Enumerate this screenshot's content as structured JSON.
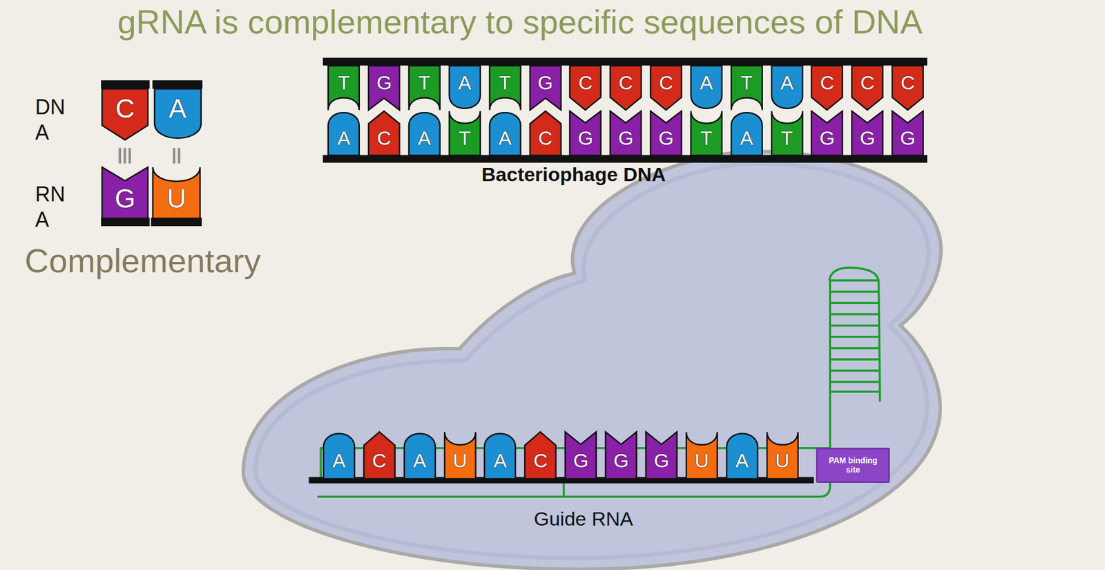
{
  "diagram": {
    "title": "gRNA is complementary to specific sequences of DNA",
    "nodes": [
      {
        "text": [
          "C"
        ]
      },
      {
        "text": [
          "A"
        ]
      },
      {
        "text": [
          "G"
        ]
      },
      {
        "text": [
          "U"
        ]
      },
      {
        "text": [
          "T"
        ]
      },
      {
        "text": [
          "G"
        ]
      },
      {
        "text": [
          "T"
        ]
      },
      {
        "text": [
          "A"
        ]
      },
      {
        "text": [
          "T"
        ]
      },
      {
        "text": [
          "G"
        ]
      },
      {
        "text": [
          "C"
        ]
      },
      {
        "text": [
          "C"
        ]
      },
      {
        "text": [
          "C"
        ]
      },
      {
        "text": [
          "A"
        ]
      },
      {
        "text": [
          "T"
        ]
      },
      {
        "text": [
          "A"
        ]
      },
      {
        "text": [
          "C"
        ]
      },
      {
        "text": [
          "C"
        ]
      },
      {
        "text": [
          "C"
        ]
      },
      {
        "text": [
          "A"
        ]
      },
      {
        "text": [
          "C"
        ]
      },
      {
        "text": [
          "A"
        ]
      },
      {
        "text": [
          "T"
        ]
      },
      {
        "text": [
          "A"
        ]
      },
      {
        "text": [
          "C"
        ]
      },
      {
        "text": [
          "G"
        ]
      },
      {
        "text": [
          "G"
        ]
      },
      {
        "text": [
          "G"
        ]
      },
      {
        "text": [
          "T"
        ]
      },
      {
        "text": [
          "A"
        ]
      },
      {
        "text": [
          "T"
        ]
      },
      {
        "text": [
          "G"
        ]
      },
      {
        "text": [
          "G"
        ]
      },
      {
        "text": [
          "G"
        ]
      },
      {
        "text": [
          "A"
        ]
      },
      {
        "text": [
          "C"
        ]
      },
      {
        "text": [
          "A"
        ]
      },
      {
        "text": [
          "U"
        ]
      },
      {
        "text": [
          "A"
        ]
      },
      {
        "text": [
          "C"
        ]
      },
      {
        "text": [
          "G"
        ]
      },
      {
        "text": [
          "G"
        ]
      },
      {
        "text": [
          "G"
        ]
      },
      {
        "text": [
          "U"
        ]
      },
      {
        "text": [
          "A"
        ]
      },
      {
        "text": [
          "U"
        ]
      },
      {
        "text": [
          "PAM binding site"
        ]
      }
    ],
    "labels": [
      "DN A",
      "RN A",
      "Complementary",
      "Bacteriophage DNA",
      "Guide RNA"
    ]
  }
}
